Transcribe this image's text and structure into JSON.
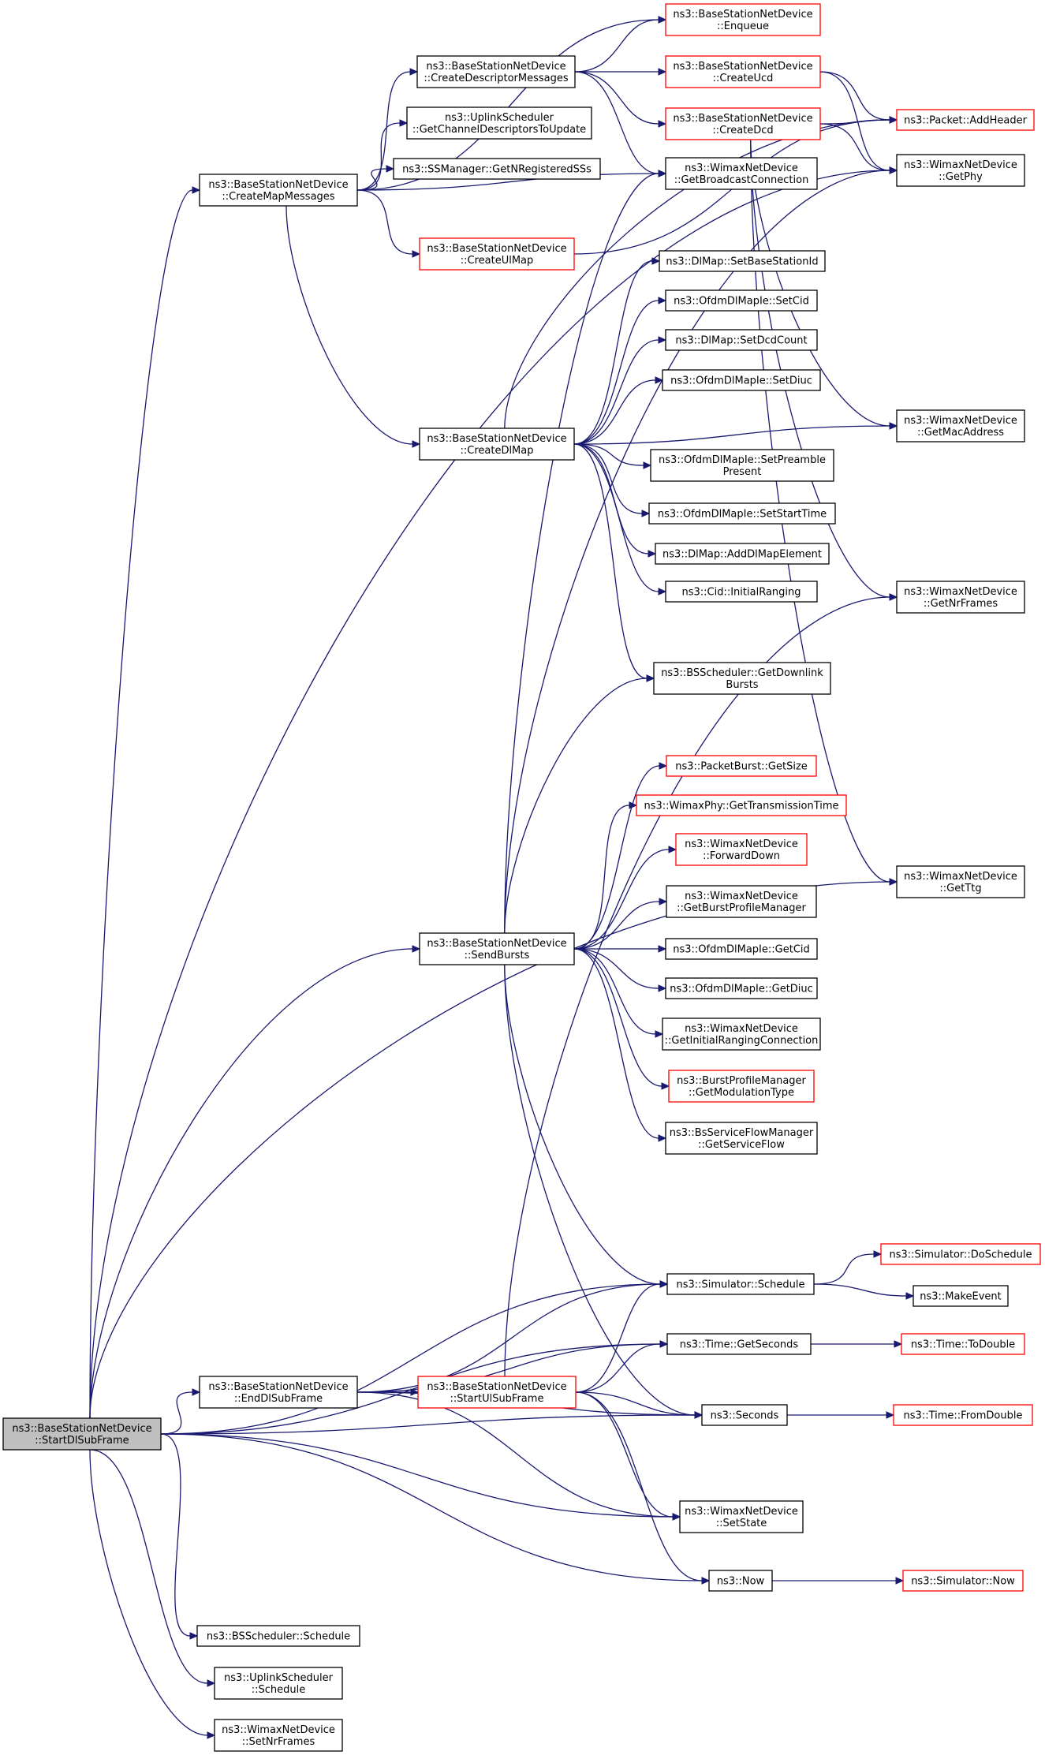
{
  "diagram": {
    "type": "call-graph",
    "colors": {
      "edge": "#191970",
      "border_default": "#000000",
      "border_highlight": "#ff0000",
      "root_fill": "#bfbfbf"
    },
    "nodes": [
      {
        "id": "root",
        "lines": [
          "ns3::BaseStationNetDevice",
          "::StartDlSubFrame"
        ],
        "style": "root"
      },
      {
        "id": "createMapMessages",
        "lines": [
          "ns3::BaseStationNetDevice",
          "::CreateMapMessages"
        ],
        "style": "black"
      },
      {
        "id": "enqueue",
        "lines": [
          "ns3::BaseStationNetDevice",
          "::Enqueue"
        ],
        "style": "red"
      },
      {
        "id": "createDescriptorMessages",
        "lines": [
          "ns3::BaseStationNetDevice",
          "::CreateDescriptorMessages"
        ],
        "style": "black"
      },
      {
        "id": "createUcd",
        "lines": [
          "ns3::BaseStationNetDevice",
          "::CreateUcd"
        ],
        "style": "red"
      },
      {
        "id": "createDcd",
        "lines": [
          "ns3::BaseStationNetDevice",
          "::CreateDcd"
        ],
        "style": "red"
      },
      {
        "id": "addHeader",
        "lines": [
          "ns3::Packet::AddHeader"
        ],
        "style": "red"
      },
      {
        "id": "getPhy",
        "lines": [
          "ns3::WimaxNetDevice",
          "::GetPhy"
        ],
        "style": "black"
      },
      {
        "id": "getChannelDescriptors",
        "lines": [
          "ns3::UplinkScheduler",
          "::GetChannelDescriptorsToUpdate"
        ],
        "style": "black"
      },
      {
        "id": "getNRegisteredSSs",
        "lines": [
          "ns3::SSManager::GetNRegisteredSSs"
        ],
        "style": "black"
      },
      {
        "id": "getBroadcastConnection",
        "lines": [
          "ns3::WimaxNetDevice",
          "::GetBroadcastConnection"
        ],
        "style": "black"
      },
      {
        "id": "createUlMap",
        "lines": [
          "ns3::BaseStationNetDevice",
          "::CreateUlMap"
        ],
        "style": "red"
      },
      {
        "id": "setBaseStationId",
        "lines": [
          "ns3::DlMap::SetBaseStationId"
        ],
        "style": "black"
      },
      {
        "id": "setCid",
        "lines": [
          "ns3::OfdmDlMapIe::SetCid"
        ],
        "style": "black"
      },
      {
        "id": "setDcdCount",
        "lines": [
          "ns3::DlMap::SetDcdCount"
        ],
        "style": "black"
      },
      {
        "id": "setDiuc",
        "lines": [
          "ns3::OfdmDlMapIe::SetDiuc"
        ],
        "style": "black"
      },
      {
        "id": "getMacAddress",
        "lines": [
          "ns3::WimaxNetDevice",
          "::GetMacAddress"
        ],
        "style": "black"
      },
      {
        "id": "createDlMap",
        "lines": [
          "ns3::BaseStationNetDevice",
          "::CreateDlMap"
        ],
        "style": "black"
      },
      {
        "id": "setPreamblePresent",
        "lines": [
          "ns3::OfdmDlMapIe::SetPreamble",
          "Present"
        ],
        "style": "black"
      },
      {
        "id": "setStartTime",
        "lines": [
          "ns3::OfdmDlMapIe::SetStartTime"
        ],
        "style": "black"
      },
      {
        "id": "addDlMapElement",
        "lines": [
          "ns3::DlMap::AddDlMapElement"
        ],
        "style": "black"
      },
      {
        "id": "initialRanging",
        "lines": [
          "ns3::Cid::InitialRanging"
        ],
        "style": "black"
      },
      {
        "id": "getNrFrames",
        "lines": [
          "ns3::WimaxNetDevice",
          "::GetNrFrames"
        ],
        "style": "black"
      },
      {
        "id": "getDownlinkBursts",
        "lines": [
          "ns3::BSScheduler::GetDownlink",
          "Bursts"
        ],
        "style": "black"
      },
      {
        "id": "getSize",
        "lines": [
          "ns3::PacketBurst::GetSize"
        ],
        "style": "red"
      },
      {
        "id": "getTransmissionTime",
        "lines": [
          "ns3::WimaxPhy::GetTransmissionTime"
        ],
        "style": "red"
      },
      {
        "id": "forwardDown",
        "lines": [
          "ns3::WimaxNetDevice",
          "::ForwardDown"
        ],
        "style": "red"
      },
      {
        "id": "getTtg",
        "lines": [
          "ns3::WimaxNetDevice",
          "::GetTtg"
        ],
        "style": "black"
      },
      {
        "id": "getBurstProfileManager",
        "lines": [
          "ns3::WimaxNetDevice",
          "::GetBurstProfileManager"
        ],
        "style": "black"
      },
      {
        "id": "sendBursts",
        "lines": [
          "ns3::BaseStationNetDevice",
          "::SendBursts"
        ],
        "style": "black"
      },
      {
        "id": "getCid",
        "lines": [
          "ns3::OfdmDlMapIe::GetCid"
        ],
        "style": "black"
      },
      {
        "id": "getDiuc",
        "lines": [
          "ns3::OfdmDlMapIe::GetDiuc"
        ],
        "style": "black"
      },
      {
        "id": "getInitialRangingConnection",
        "lines": [
          "ns3::WimaxNetDevice",
          "::GetInitialRangingConnection"
        ],
        "style": "black"
      },
      {
        "id": "getModulationType",
        "lines": [
          "ns3::BurstProfileManager",
          "::GetModulationType"
        ],
        "style": "red"
      },
      {
        "id": "getServiceFlow",
        "lines": [
          "ns3::BsServiceFlowManager",
          "::GetServiceFlow"
        ],
        "style": "black"
      },
      {
        "id": "doSchedule",
        "lines": [
          "ns3::Simulator::DoSchedule"
        ],
        "style": "red"
      },
      {
        "id": "simulatorSchedule",
        "lines": [
          "ns3::Simulator::Schedule"
        ],
        "style": "black"
      },
      {
        "id": "makeEvent",
        "lines": [
          "ns3::MakeEvent"
        ],
        "style": "black"
      },
      {
        "id": "getSeconds",
        "lines": [
          "ns3::Time::GetSeconds"
        ],
        "style": "black"
      },
      {
        "id": "toDouble",
        "lines": [
          "ns3::Time::ToDouble"
        ],
        "style": "red"
      },
      {
        "id": "endDlSubFrame",
        "lines": [
          "ns3::BaseStationNetDevice",
          "::EndDlSubFrame"
        ],
        "style": "black"
      },
      {
        "id": "startUlSubFrame",
        "lines": [
          "ns3::BaseStationNetDevice",
          "::StartUlSubFrame"
        ],
        "style": "red"
      },
      {
        "id": "seconds",
        "lines": [
          "ns3::Seconds"
        ],
        "style": "black"
      },
      {
        "id": "fromDouble",
        "lines": [
          "ns3::Time::FromDouble"
        ],
        "style": "red"
      },
      {
        "id": "setState",
        "lines": [
          "ns3::WimaxNetDevice",
          "::SetState"
        ],
        "style": "black"
      },
      {
        "id": "now",
        "lines": [
          "ns3::Now"
        ],
        "style": "black"
      },
      {
        "id": "simulatorNow",
        "lines": [
          "ns3::Simulator::Now"
        ],
        "style": "red"
      },
      {
        "id": "bsSchedulerSchedule",
        "lines": [
          "ns3::BSScheduler::Schedule"
        ],
        "style": "black"
      },
      {
        "id": "uplinkSchedulerSchedule",
        "lines": [
          "ns3::UplinkScheduler",
          "::Schedule"
        ],
        "style": "black"
      },
      {
        "id": "setNrFrames",
        "lines": [
          "ns3::WimaxNetDevice",
          "::SetNrFrames"
        ],
        "style": "black"
      }
    ],
    "edges": [
      [
        "root",
        "createMapMessages"
      ],
      [
        "root",
        "sendBursts"
      ],
      [
        "root",
        "getPhy"
      ],
      [
        "root",
        "getTtg"
      ],
      [
        "root",
        "simulatorSchedule"
      ],
      [
        "root",
        "getSeconds"
      ],
      [
        "root",
        "endDlSubFrame"
      ],
      [
        "root",
        "seconds"
      ],
      [
        "root",
        "setState"
      ],
      [
        "root",
        "now"
      ],
      [
        "root",
        "bsSchedulerSchedule"
      ],
      [
        "root",
        "uplinkSchedulerSchedule"
      ],
      [
        "root",
        "setNrFrames"
      ],
      [
        "createMapMessages",
        "enqueue"
      ],
      [
        "createMapMessages",
        "createDescriptorMessages"
      ],
      [
        "createMapMessages",
        "getChannelDescriptors"
      ],
      [
        "createMapMessages",
        "getNRegisteredSSs"
      ],
      [
        "createMapMessages",
        "getBroadcastConnection"
      ],
      [
        "createMapMessages",
        "createUlMap"
      ],
      [
        "createMapMessages",
        "createDlMap"
      ],
      [
        "createDescriptorMessages",
        "enqueue"
      ],
      [
        "createDescriptorMessages",
        "createUcd"
      ],
      [
        "createDescriptorMessages",
        "createDcd"
      ],
      [
        "createDescriptorMessages",
        "getBroadcastConnection"
      ],
      [
        "createUcd",
        "addHeader"
      ],
      [
        "createUcd",
        "getPhy"
      ],
      [
        "createDcd",
        "addHeader"
      ],
      [
        "createDcd",
        "getPhy"
      ],
      [
        "createDcd",
        "getMacAddress"
      ],
      [
        "createDcd",
        "getNrFrames"
      ],
      [
        "createDcd",
        "getTtg"
      ],
      [
        "createUlMap",
        "addHeader"
      ],
      [
        "createDlMap",
        "setBaseStationId"
      ],
      [
        "createDlMap",
        "setCid"
      ],
      [
        "createDlMap",
        "setDcdCount"
      ],
      [
        "createDlMap",
        "setDiuc"
      ],
      [
        "createDlMap",
        "addHeader"
      ],
      [
        "createDlMap",
        "setPreamblePresent"
      ],
      [
        "createDlMap",
        "setStartTime"
      ],
      [
        "createDlMap",
        "addDlMapElement"
      ],
      [
        "createDlMap",
        "initialRanging"
      ],
      [
        "createDlMap",
        "getMacAddress"
      ],
      [
        "createDlMap",
        "getDownlinkBursts"
      ],
      [
        "sendBursts",
        "getBroadcastConnection"
      ],
      [
        "sendBursts",
        "getDownlinkBursts"
      ],
      [
        "sendBursts",
        "getPhy"
      ],
      [
        "sendBursts",
        "getSize"
      ],
      [
        "sendBursts",
        "getTransmissionTime"
      ],
      [
        "sendBursts",
        "forwardDown"
      ],
      [
        "sendBursts",
        "getBurstProfileManager"
      ],
      [
        "sendBursts",
        "getCid"
      ],
      [
        "sendBursts",
        "getDiuc"
      ],
      [
        "sendBursts",
        "getInitialRangingConnection"
      ],
      [
        "sendBursts",
        "getModulationType"
      ],
      [
        "sendBursts",
        "getServiceFlow"
      ],
      [
        "sendBursts",
        "simulatorSchedule"
      ],
      [
        "sendBursts",
        "seconds"
      ],
      [
        "simulatorSchedule",
        "doSchedule"
      ],
      [
        "simulatorSchedule",
        "makeEvent"
      ],
      [
        "getSeconds",
        "toDouble"
      ],
      [
        "endDlSubFrame",
        "simulatorSchedule"
      ],
      [
        "endDlSubFrame",
        "getSeconds"
      ],
      [
        "endDlSubFrame",
        "startUlSubFrame"
      ],
      [
        "endDlSubFrame",
        "seconds"
      ],
      [
        "endDlSubFrame",
        "setState"
      ],
      [
        "startUlSubFrame",
        "simulatorSchedule"
      ],
      [
        "startUlSubFrame",
        "getSeconds"
      ],
      [
        "startUlSubFrame",
        "seconds"
      ],
      [
        "startUlSubFrame",
        "setState"
      ],
      [
        "startUlSubFrame",
        "now"
      ],
      [
        "startUlSubFrame",
        "getNrFrames"
      ],
      [
        "seconds",
        "fromDouble"
      ],
      [
        "now",
        "simulatorNow"
      ]
    ]
  }
}
